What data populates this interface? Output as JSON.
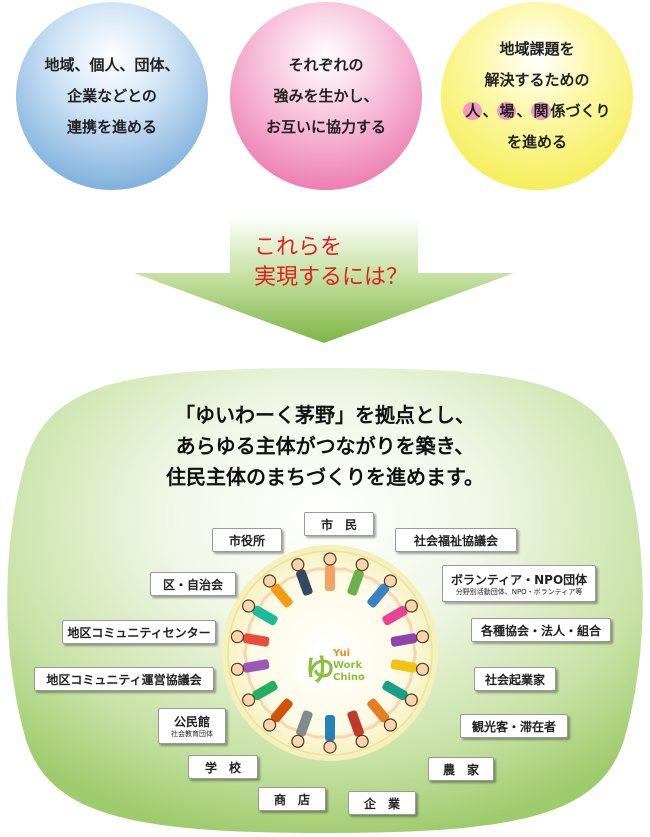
{
  "goals": [
    {
      "lines": [
        "地域、個人、団体、",
        "企業などとの",
        "連携を進める"
      ]
    },
    {
      "lines": [
        "それぞれの",
        "強みを生かし、",
        "お互いに協力する"
      ]
    },
    {
      "lines": [
        "地域課題を",
        "解決するための",
        "人、場、関係づくり",
        "を進める"
      ],
      "highlight_chars": [
        "人",
        "場",
        "関"
      ]
    }
  ],
  "arrow": {
    "lines": [
      "これらを",
      "実現するには？"
    ]
  },
  "message": {
    "lines": [
      "「ゆいわーく茅野」を拠点とし、",
      "あらゆる主体がつながりを築き、",
      "住民主体のまちづくりを進めます。"
    ]
  },
  "logo": {
    "line1": "Yui",
    "line2": "Work",
    "line3": "Chino",
    "mark": "ゆ"
  },
  "participants": [
    {
      "id": "shimin",
      "label": "市　民"
    },
    {
      "id": "shiyakusho",
      "label": "市役所"
    },
    {
      "id": "shakyo",
      "label": "社会福祉協議会"
    },
    {
      "id": "ku",
      "label": "区・自治会"
    },
    {
      "id": "volunteer",
      "label": "ボランティア・NPO団体",
      "sub": "分野別活動団体、NPO・ボランティア等"
    },
    {
      "id": "center",
      "label": "地区コミュニティセンター"
    },
    {
      "id": "kyokai",
      "label": "各種協会・法人・組合"
    },
    {
      "id": "uneikyo",
      "label": "地区コミュニティ運営協議会"
    },
    {
      "id": "kigyoka",
      "label": "社会起業家"
    },
    {
      "id": "kominkan",
      "label": "公民館",
      "sub": "社会教育団体"
    },
    {
      "id": "kanko",
      "label": "観光客・滞在者"
    },
    {
      "id": "gakko",
      "label": "学　校"
    },
    {
      "id": "noka",
      "label": "農　家"
    },
    {
      "id": "shoten",
      "label": "商　店"
    },
    {
      "id": "kigyo",
      "label": "企　業"
    }
  ],
  "colors": {
    "blue": "#5f9bd3",
    "pink": "#e9609f",
    "yellow": "#f3ea3a",
    "arrow_green": "#8fbe55",
    "accent_red": "#e02020",
    "logo_green": "#8cbf3f",
    "logo_orange": "#f08c1e"
  }
}
